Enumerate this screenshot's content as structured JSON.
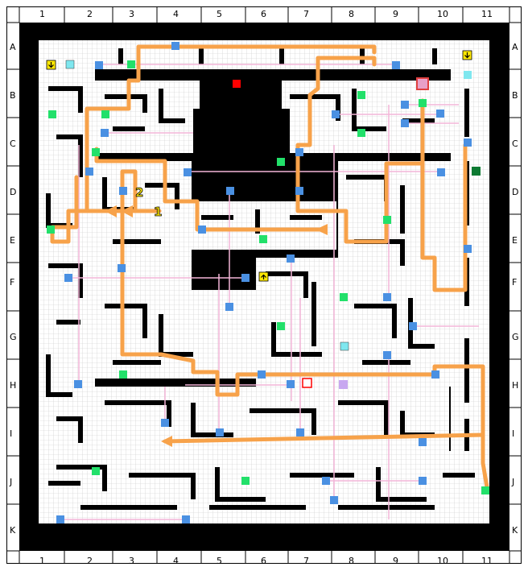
{
  "map": {
    "columns": [
      "1",
      "2",
      "3",
      "4",
      "5",
      "6",
      "7",
      "8",
      "9",
      "10",
      "11"
    ],
    "rows": [
      "A",
      "B",
      "C",
      "D",
      "E",
      "F",
      "G",
      "H",
      "I",
      "J",
      "K"
    ],
    "labels": {
      "start": "1",
      "floor_mark": "2"
    },
    "colors": {
      "wall": "#000000",
      "floor": "#ffffff",
      "grid": "#c8c8c8",
      "route": "#f7a24a",
      "teleporter": "#4a90e2",
      "teleport_link": "#f4b6d8",
      "treasure": "#22e06a",
      "event_red": "#ff0000",
      "event_cyan": "#7fe7ef",
      "event_purple": "#c8a8f0",
      "stairs": "#ffe800",
      "dark_green": "#0d7a32"
    }
  }
}
